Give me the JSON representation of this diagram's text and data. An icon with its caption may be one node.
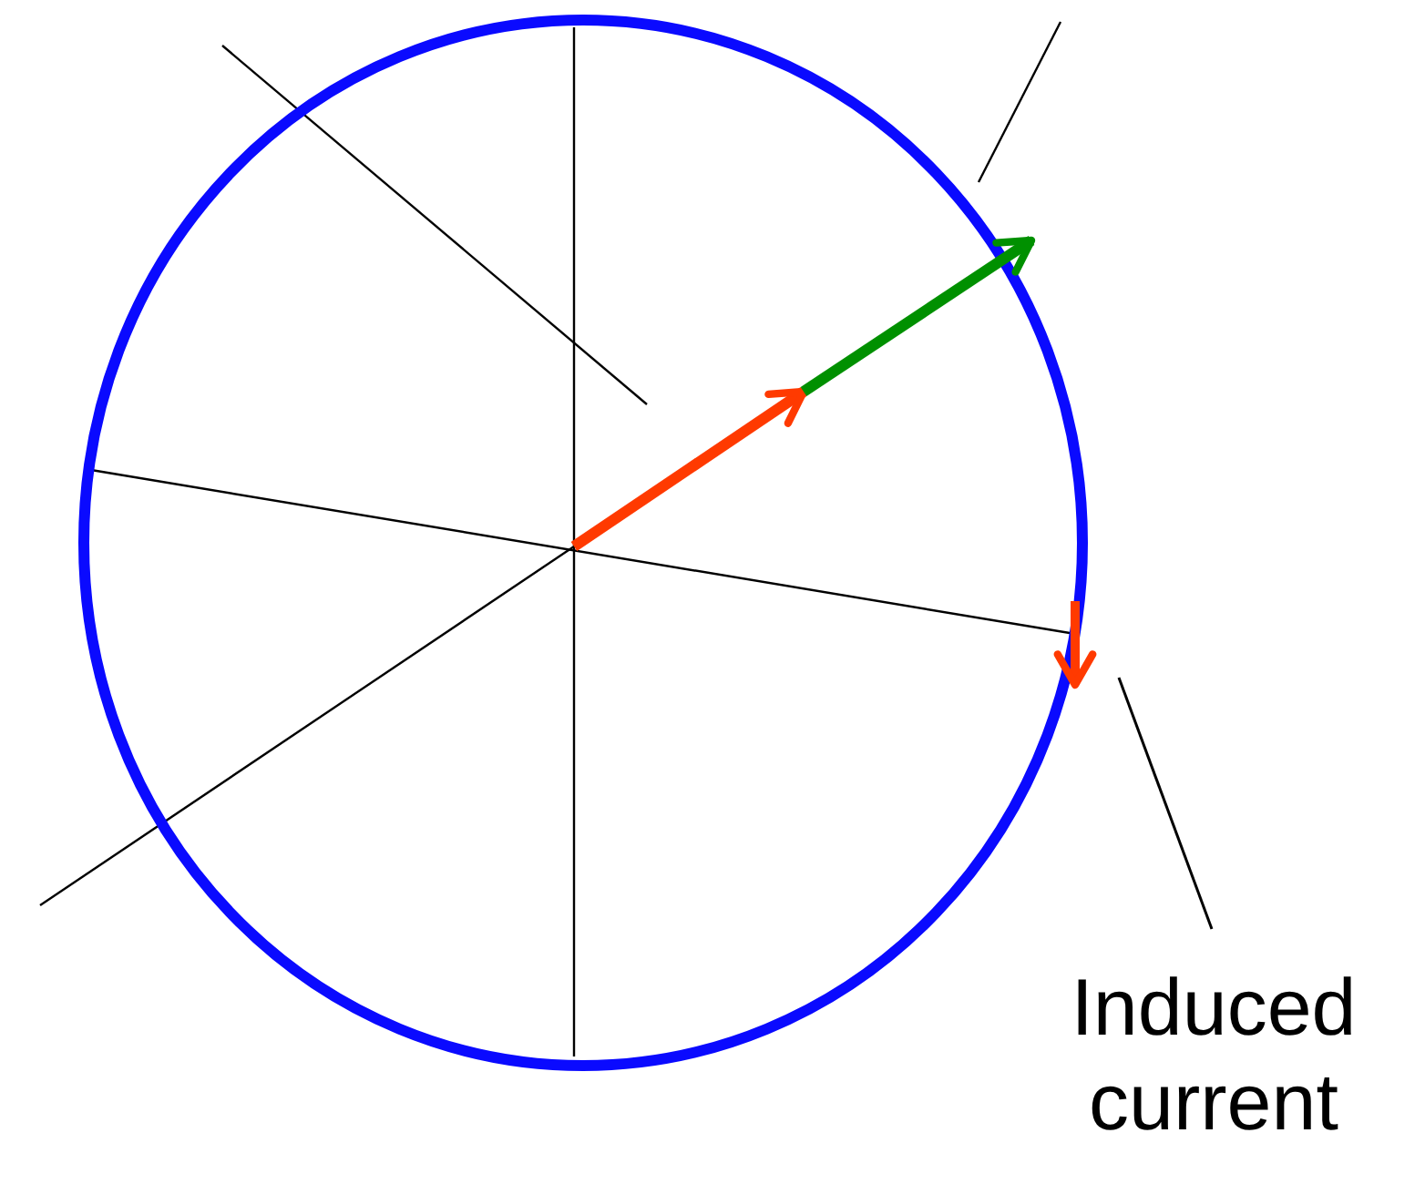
{
  "diagram": {
    "nodes": [
      {
        "text": [
          "Induced current"
        ]
      },
      {
        "text": [],
        "shape": "circle"
      }
    ],
    "edges": [
      {
        "from": 0,
        "to": 1,
        "arrow": "none"
      }
    ]
  }
}
